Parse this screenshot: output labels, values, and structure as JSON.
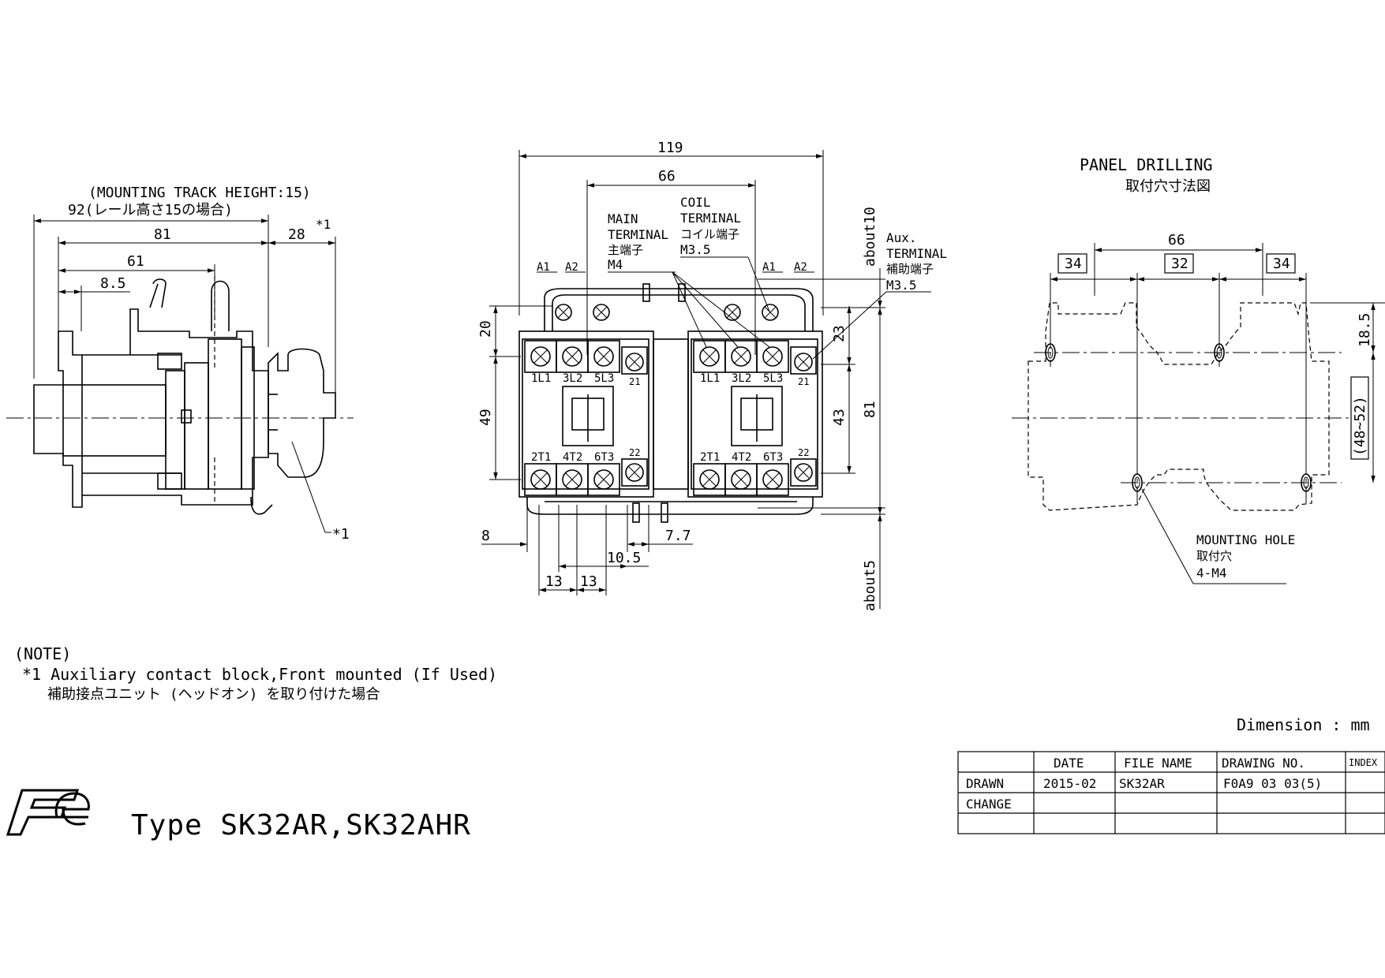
{
  "side_view": {
    "track_note_en": "(MOUNTING TRACK HEIGHT:15)",
    "dim_92": "92(レール高さ15の場合)",
    "dim_81": "81",
    "dim_61": "61",
    "dim_8_5": "8.5",
    "dim_28": "28",
    "ast_1": "*1",
    "ast_callout": "*1"
  },
  "front_view": {
    "dim_119": "119",
    "dim_66": "66",
    "main_terminal": [
      "MAIN",
      "TERMINAL",
      "主端子",
      "M4"
    ],
    "coil_terminal": [
      "COIL",
      "TERMINAL",
      "コイル端子",
      "M3.5"
    ],
    "aux_terminal": [
      "Aux.",
      "TERMINAL",
      "補助端子",
      "M3.5"
    ],
    "about10": "about10",
    "about5": "about5",
    "dim_20": "20",
    "dim_49": "49",
    "dim_23": "23",
    "dim_43": "43",
    "dim_81": "81",
    "dim_8": "8",
    "dim_7_7": "7.7",
    "dim_10_5": "10.5",
    "dim_13a": "13",
    "dim_13b": "13",
    "coil_labels": [
      "A1",
      "A2",
      "A1",
      "A2"
    ],
    "top_terminals": [
      "1L1",
      "3L2",
      "5L3",
      "21",
      "1L1",
      "3L2",
      "5L3",
      "21"
    ],
    "bottom_terminals": [
      "2T1",
      "4T2",
      "6T3",
      "22",
      "2T1",
      "4T2",
      "6T3",
      "22"
    ]
  },
  "panel": {
    "title_en": "PANEL DRILLING",
    "title_jp": "取付穴寸法図",
    "dim_66": "66",
    "dim_34a": "34",
    "dim_32": "32",
    "dim_34b": "34",
    "dim_18_5": "18.5",
    "dim_48_52": "(48~52)",
    "hole_en": "MOUNTING HOLE",
    "hole_jp": "取付穴",
    "hole_spec": "4-M4"
  },
  "note": {
    "heading": "(NOTE)",
    "line1": "*1 Auxiliary contact block,Front mounted (If Used)",
    "line2": "補助接点ユニット (ヘッドオン) を取り付けた場合"
  },
  "dimension_unit": "Dimension : mm",
  "title_block": {
    "headers": [
      "",
      "DATE",
      "FILE NAME",
      "DRAWING NO.",
      "INDEX"
    ],
    "rows": [
      [
        "DRAWN",
        "2015-02",
        "SK32AR",
        "F0A9 03 03(5)",
        ""
      ],
      [
        "CHANGE",
        "",
        "",
        "",
        ""
      ],
      [
        "",
        "",
        "",
        "",
        ""
      ]
    ]
  },
  "logo_text": "Fe",
  "type_label": "Type SK32AR,SK32AHR"
}
